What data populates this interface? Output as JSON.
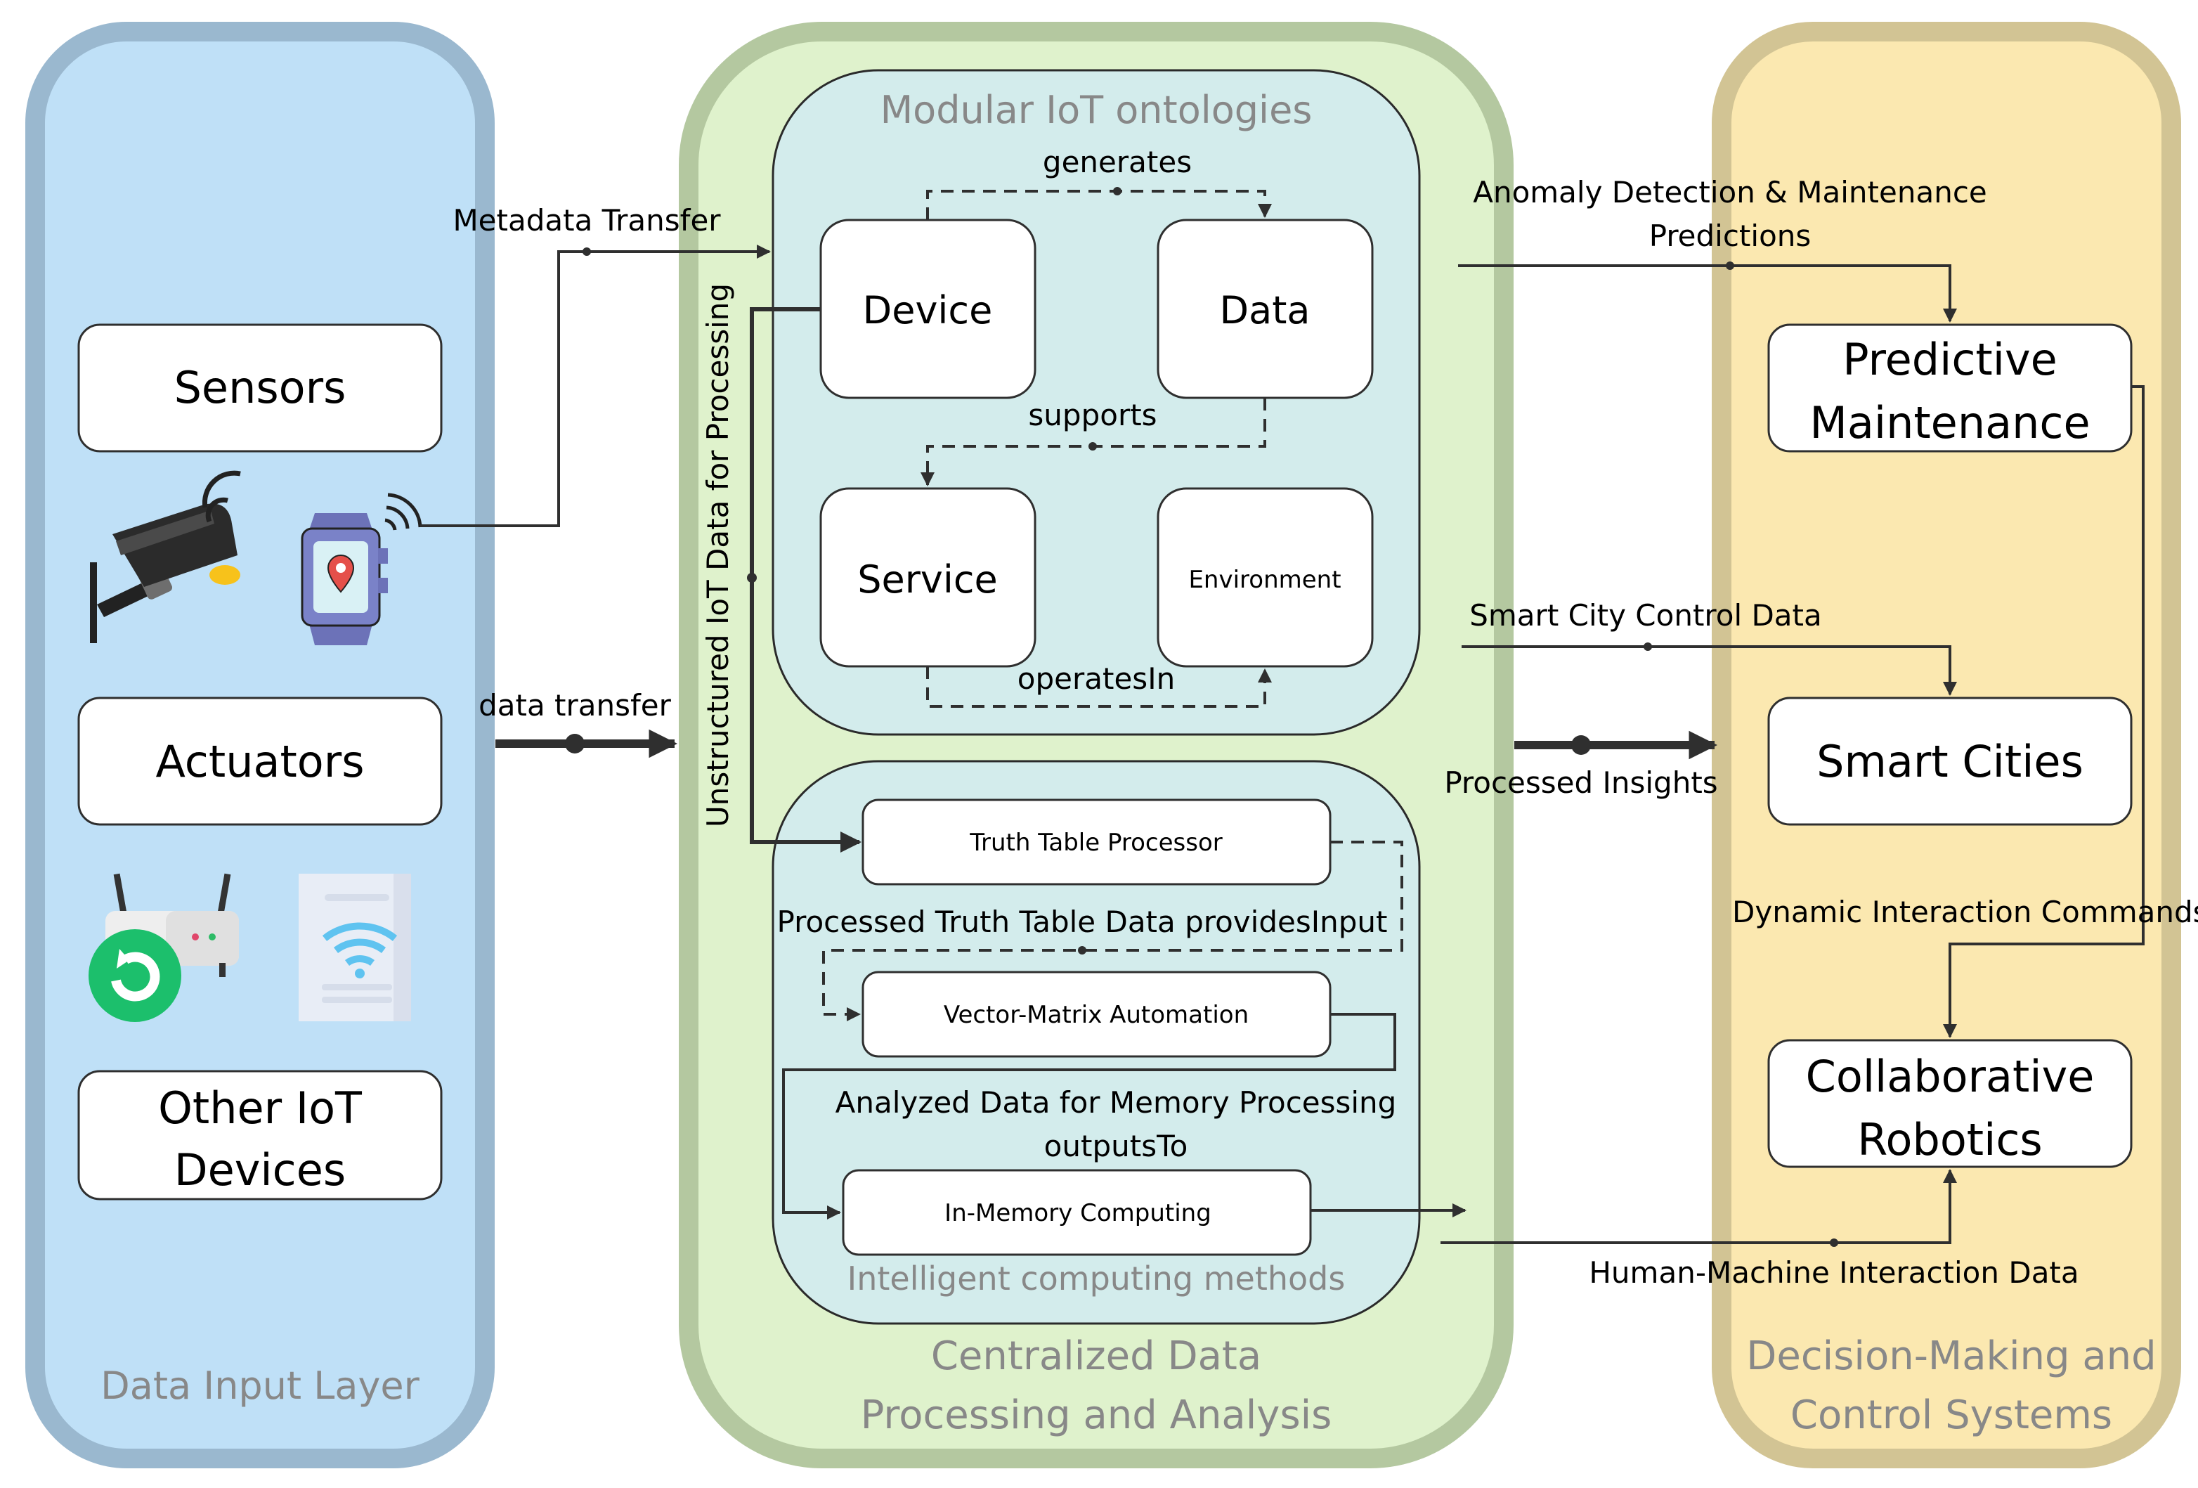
{
  "palette": {
    "input_fill": "#bfe0f7",
    "input_stroke": "#9ab8cf",
    "processing_fill": "#dff2cc",
    "processing_stroke": "#b4c8a0",
    "decision_fill": "#fbe8b0",
    "decision_stroke": "#d2c494",
    "inner_fill": "#d3ecec",
    "inner_stroke": "#2a2a2a",
    "box_fill": "#ffffff",
    "line": "#2f2f2f",
    "label_gray": "#888888"
  },
  "icons": [
    "security-camera-icon",
    "smartwatch-location-icon",
    "router-refresh-icon",
    "wifi-document-icon"
  ],
  "input_layer": {
    "title": "Data Input Layer",
    "boxes": {
      "sensors": "Sensors",
      "actuators": "Actuators",
      "other_line1": "Other IoT",
      "other_line2": "Devices"
    }
  },
  "processing_layer": {
    "title_line1": "Centralized Data",
    "title_line2": "Processing and Analysis",
    "ontologies": {
      "title": "Modular IoT ontologies",
      "device": "Device",
      "data": "Data",
      "service": "Service",
      "environment": "Environment",
      "generates": "generates",
      "supports": "supports",
      "operates_in": "operatesIn"
    },
    "computing": {
      "title": "Intelligent computing methods",
      "truth_table": "Truth Table Processor",
      "vector_matrix": "Vector-Matrix Automation",
      "in_memory": "In-Memory Computing",
      "provides_input": "Processed Truth Table Data providesInput",
      "analyzed_line1": "Analyzed Data for Memory Processing",
      "analyzed_line2": "outputsTo"
    },
    "vertical_label": "Unstructured IoT Data for Processing"
  },
  "decision_layer": {
    "title_line1": "Decision-Making and",
    "title_line2": "Control Systems",
    "predictive_line1": "Predictive",
    "predictive_line2": "Maintenance",
    "smart_cities": "Smart Cities",
    "robotics_line1": "Collaborative",
    "robotics_line2": "Robotics"
  },
  "flows": {
    "metadata": "Metadata Transfer",
    "data_transfer": "data transfer",
    "anomaly_line1": "Anomaly Detection & Maintenance",
    "anomaly_line2": "Predictions",
    "smart_city_control": "Smart City Control Data",
    "processed_insights": "Processed Insights",
    "dynamic_commands": "Dynamic Interaction Commands",
    "hmi_data": "Human-Machine Interaction Data"
  }
}
